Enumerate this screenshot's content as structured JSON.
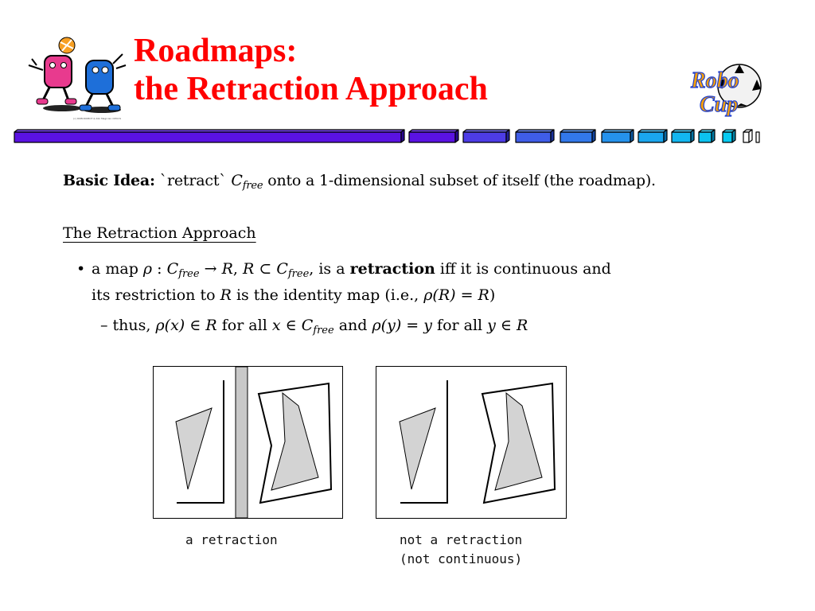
{
  "slide": {
    "title_line1": "Roadmaps:",
    "title_line2": "the Retraction Approach",
    "logo_text_part1": "Robo",
    "logo_text_part2": "Cup",
    "mascot_copyright": "(c) ROBOROBOT & Kiki Magician CMUCS",
    "colors": {
      "title": "#ff0000",
      "bar_start": "#5a00e0",
      "bar_end": "#00c8f0"
    }
  },
  "basic_idea": {
    "lead": "Basic Idea:",
    "t1": "`retract`",
    "sym": "C",
    "sub": "free",
    "t2": "onto a 1-dimensional subset of itself (the roadmap)."
  },
  "section_title": "The Retraction Approach",
  "bullet": {
    "a1": "a map",
    "rho": "ρ",
    "a2": ":",
    "c1": "C",
    "s1": "free",
    "a3": "→",
    "R1": "R",
    "a4": ",",
    "R2": "R",
    "a5": "⊂",
    "c2": "C",
    "s2": "free",
    "a6": ", is a",
    "bold": "retraction",
    "a7": "iff it is continuous and",
    "b1": "its restriction to",
    "R3": "R",
    "b2": "is the identity map (i.e.,",
    "b3": "ρ(R) = R",
    "b4": ")"
  },
  "sub_bullet": {
    "t1": "– thus,",
    "m1": "ρ(x) ∈ R",
    "t2": "for all",
    "m2": "x ∈",
    "c": "C",
    "s": "free",
    "t3": "and",
    "m3": "ρ(y) = y",
    "t4": "for all",
    "m4": "y ∈ R"
  },
  "figures": {
    "caption1": "a retraction",
    "caption2_line1": "not a retraction",
    "caption2_line2": "(not continuous)",
    "fill_obstacle": "#d3d3d3",
    "fill_roadmap": "#c8c8c8"
  }
}
